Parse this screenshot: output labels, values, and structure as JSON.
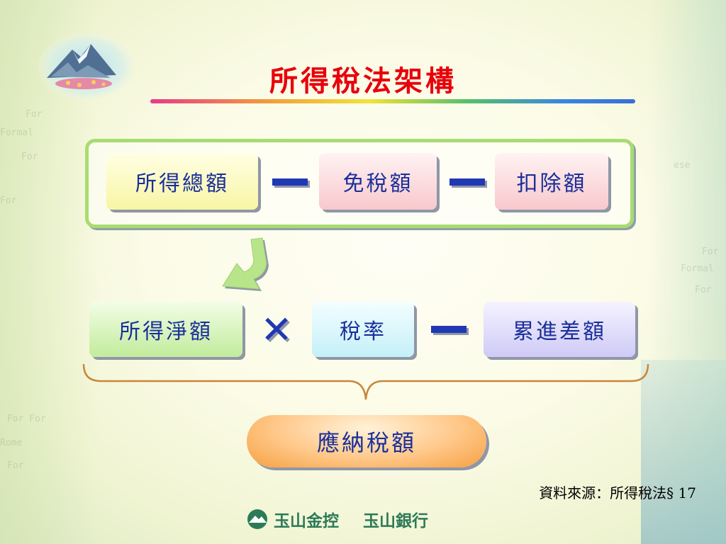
{
  "title": "所得稅法架構",
  "top_row": {
    "box1": "所得總額",
    "op1": "minus",
    "box2": "免稅額",
    "op2": "minus",
    "box3": "扣除額"
  },
  "middle_row": {
    "box1": "所得淨額",
    "op1": "times",
    "op1_symbol": "✕",
    "box2": "稅率",
    "op2": "minus",
    "box3": "累進差額"
  },
  "result": "應納稅額",
  "source": "資料來源：所得稅法§ 17",
  "footer": {
    "holding": "玉山金控",
    "bank": "玉山銀行"
  },
  "colors": {
    "title": "#e8000b",
    "box_text": "#1a2f9a",
    "operator": "#2038b4",
    "frame": "#a8dc70",
    "arrow": "#b8e58a",
    "brace": "#c8873a",
    "result": "#f5a040",
    "footer_green": "#2c7a58"
  },
  "icons": {
    "emblem": "mountain-emblem-icon",
    "arrow": "curved-down-arrow-icon",
    "footer": "mountain-logo-icon"
  }
}
